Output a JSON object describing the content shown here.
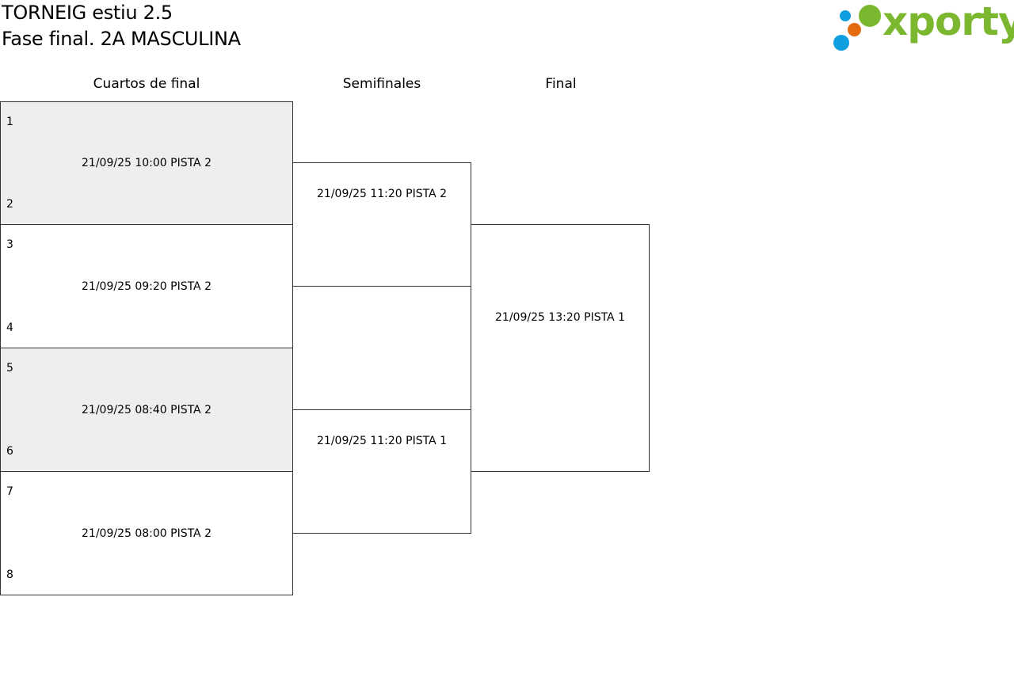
{
  "header": {
    "title_line1": "TORNEIG estiu 2.5",
    "title_line2": "Fase final. 2A MASCULINA"
  },
  "logo": {
    "text": "xporty",
    "colors": {
      "green": "#7cb82f",
      "blue": "#0f9ee0",
      "orange": "#e46b12"
    }
  },
  "rounds": {
    "quarterfinals": "Cuartos de final",
    "semifinals": "Semifinales",
    "final": "Final"
  },
  "quarterfinals": [
    {
      "seed_top": "1",
      "seed_bottom": "2",
      "schedule": "21/09/25 10:00 PISTA 2",
      "shaded": true
    },
    {
      "seed_top": "3",
      "seed_bottom": "4",
      "schedule": "21/09/25 09:20 PISTA 2",
      "shaded": false
    },
    {
      "seed_top": "5",
      "seed_bottom": "6",
      "schedule": "21/09/25 08:40 PISTA 2",
      "shaded": true
    },
    {
      "seed_top": "7",
      "seed_bottom": "8",
      "schedule": "21/09/25 08:00 PISTA 2",
      "shaded": false
    }
  ],
  "semifinals": [
    {
      "schedule": "21/09/25 11:20 PISTA 2"
    },
    {
      "schedule": "21/09/25 11:20 PISTA 1"
    }
  ],
  "final": {
    "schedule": "21/09/25 13:20 PISTA 1"
  },
  "colors": {
    "shaded_box": "#eeeeee",
    "border": "#333333"
  }
}
